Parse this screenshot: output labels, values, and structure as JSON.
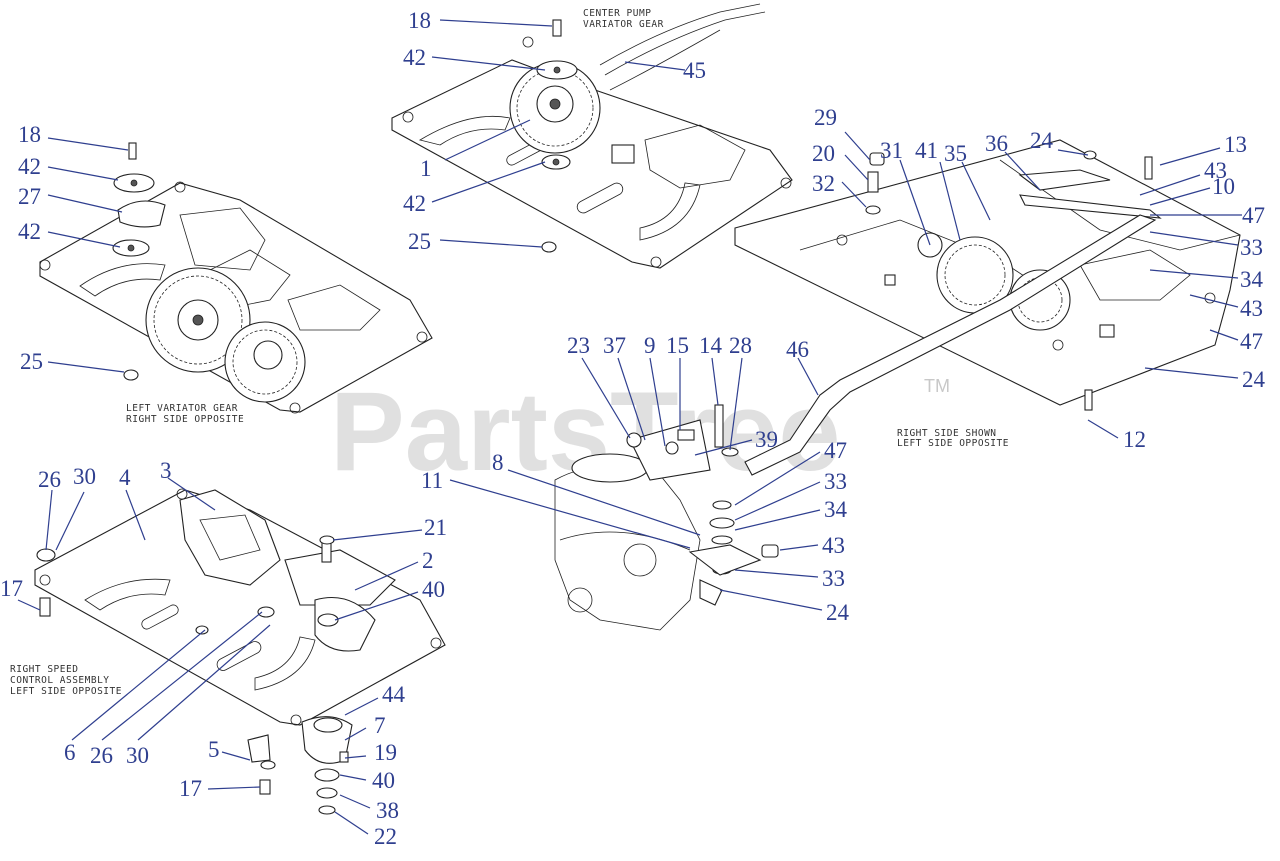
{
  "watermark": {
    "brand": "PartsTree",
    "trademark": "TM"
  },
  "view_notes": {
    "center": [
      "CENTER PUMP",
      "VARIATOR GEAR"
    ],
    "left": [
      "LEFT VARIATOR GEAR",
      "RIGHT SIDE OPPOSITE"
    ],
    "right": [
      "RIGHT SIDE SHOWN",
      "LEFT SIDE OPPOSITE"
    ],
    "bottom_left": [
      "RIGHT SPEED",
      "CONTROL ASSEMBLY",
      "LEFT SIDE OPPOSITE"
    ]
  },
  "callouts": {
    "c18a": "18",
    "c42a": "42",
    "c45": "45",
    "c1": "1",
    "c42b": "42",
    "c25a": "25",
    "c18b": "18",
    "c42c": "42",
    "c27": "27",
    "c42d": "42",
    "c25b": "25",
    "c29": "29",
    "c20": "20",
    "c32": "32",
    "c31": "31",
    "c41": "41",
    "c35": "35",
    "c36": "36",
    "c24a": "24",
    "c13": "13",
    "c43a": "43",
    "c10": "10",
    "c47a": "47",
    "c33a": "33",
    "c34a": "34",
    "c43b": "43",
    "c47b": "47",
    "c24b": "24",
    "c12": "12",
    "c23": "23",
    "c37": "37",
    "c9": "9",
    "c15": "15",
    "c14": "14",
    "c28": "28",
    "c46": "46",
    "c39": "39",
    "c8": "8",
    "c11": "11",
    "c47c": "47",
    "c33b": "33",
    "c34b": "34",
    "c43c": "43",
    "c33c": "33",
    "c24c": "24",
    "c26a": "26",
    "c30a": "30",
    "c4": "4",
    "c3": "3",
    "c21": "21",
    "c2": "2",
    "c40a": "40",
    "c17a": "17",
    "c6": "6",
    "c26b": "26",
    "c30b": "30",
    "c44": "44",
    "c7": "7",
    "c5": "5",
    "c19": "19",
    "c17b": "17",
    "c40b": "40",
    "c38": "38",
    "c22": "22"
  }
}
